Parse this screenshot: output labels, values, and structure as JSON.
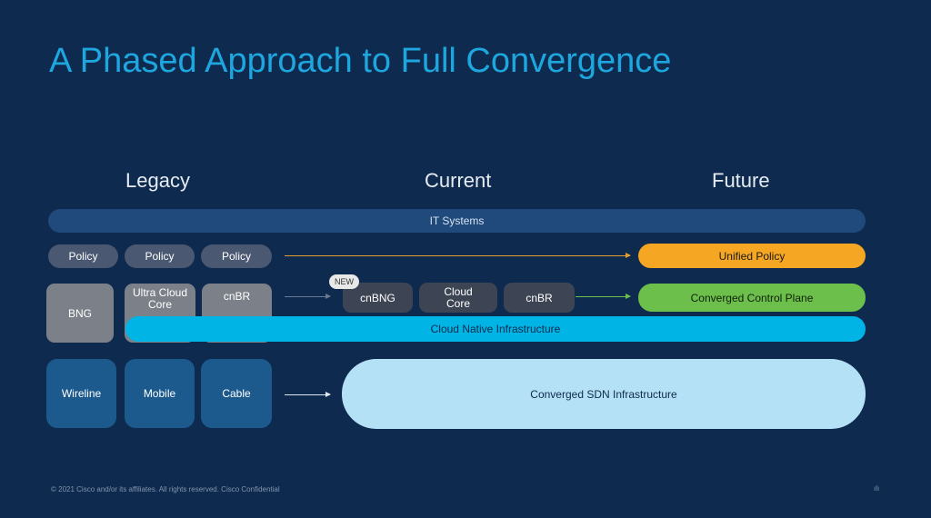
{
  "title": "A Phased Approach to Full Convergence",
  "phases": {
    "legacy": "Legacy",
    "current": "Current",
    "future": "Future"
  },
  "it_systems": "IT Systems",
  "policy": [
    "Policy",
    "Policy",
    "Policy"
  ],
  "unified_policy": "Unified Policy",
  "legacy_control": [
    "BNG",
    "Ultra Cloud Core",
    "cnBR"
  ],
  "current_control": [
    "cnBNG",
    "Cloud Core",
    "cnBR"
  ],
  "new_badge": "NEW",
  "converged_control": "Converged Control Plane",
  "cloud_native": "Cloud Native Infrastructure",
  "access": [
    "Wireline",
    "Mobile",
    "Cable"
  ],
  "sdn": "Converged SDN Infrastructure",
  "footer": "© 2021  Cisco and/or its affiliates. All rights reserved.   Cisco Confidential",
  "colors": {
    "background": "#0e2a4e",
    "title": "#1ea6df",
    "unified_policy": "#f5a623",
    "control_plane": "#6dbf4b",
    "cloud_native": "#00b4e6",
    "sdn": "#b4e1f6"
  }
}
